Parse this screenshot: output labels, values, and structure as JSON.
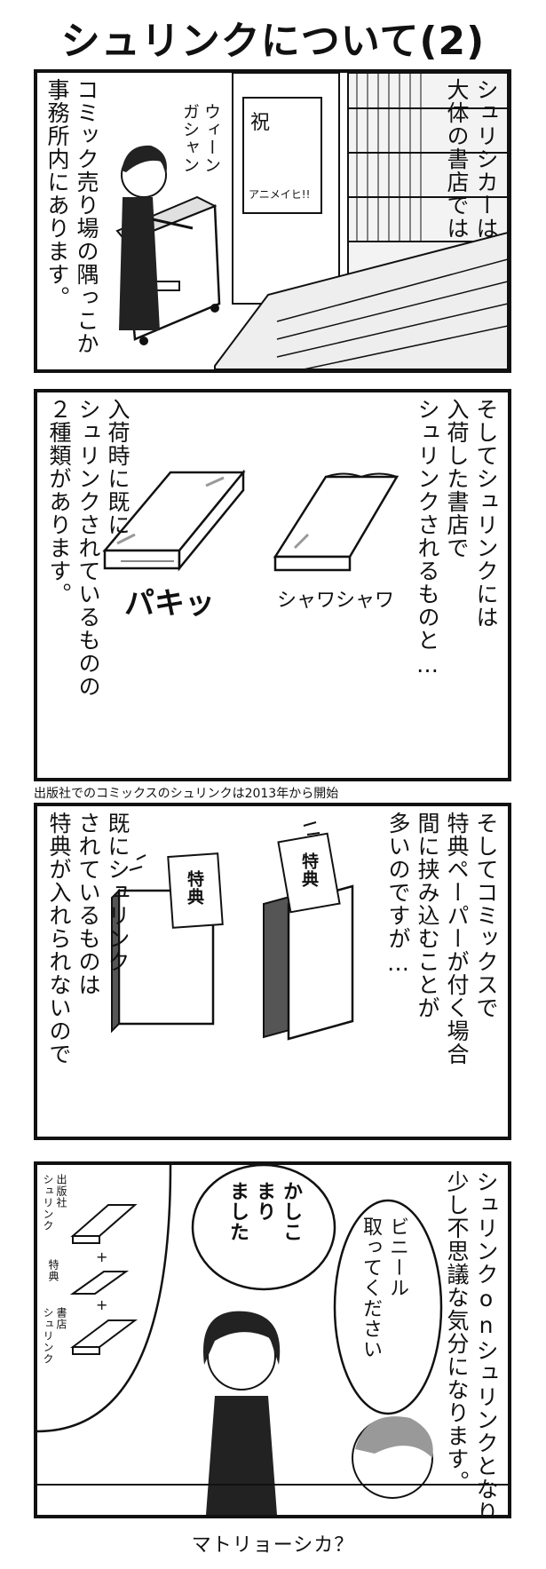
{
  "title": "シュリンクについて(2)",
  "panel1": {
    "text_right": "シュリシカーは\n大体の書店では",
    "text_left": "コミック売り場の隅っこか\n事務所内にあります。",
    "sfx": "ウィーン\nガシャン",
    "poster": "祝",
    "poster_sub": "アニメイヒ!!"
  },
  "panel2": {
    "text_right": "そしてシュリンクには\n入荷した書店で\nシュリンクされるものと…",
    "text_left": "入荷時に既に\nシュリンクされているものの\n２種類があります。",
    "sfx_left": "パキッ",
    "sfx_right": "シャワシャワ"
  },
  "note": "出版社でのコミックスのシュリンクは2013年から開始",
  "panel3": {
    "text_right": "そしてコミックスで\n特典ペーパーが付く場合\n間に挟み込むことが\n多いのですが…",
    "text_left": "既にシュリンク\nされているものは\n特典が入れられないので",
    "paper_label": "特典"
  },
  "panel4": {
    "text_right": "シュリンクonシュリンクとなり\n少し不思議な気分になります。",
    "bubble_customer": "ビニール\n取ってください",
    "bubble_clerk": "かしこ\nまり\nました",
    "side_labels": [
      "出版社\nシュリンク",
      "特典",
      "書店\nシュリンク"
    ],
    "plus": "+"
  },
  "caption": "マトリョーシカ？"
}
